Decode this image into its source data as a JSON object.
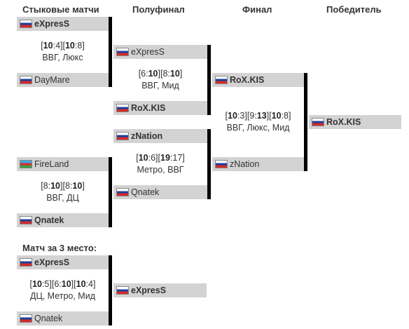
{
  "headers": {
    "qualifiers": "Стыковые матчи",
    "semifinal": "Полуфинал",
    "final": "Финал",
    "winner": "Победитель"
  },
  "third_place_label": "Матч за 3 место:",
  "qual1": {
    "team1": "eXpresS",
    "team2": "DayMare",
    "maps": [
      [
        "10",
        "4"
      ],
      [
        "10",
        "8"
      ]
    ],
    "map_names": "ВВГ, Люкс"
  },
  "qual2": {
    "team1": "FireLand",
    "team2": "Qnatek",
    "maps": [
      [
        "8",
        "10"
      ],
      [
        "8",
        "10"
      ]
    ],
    "map_names": "ВВГ, ДЦ"
  },
  "semi1": {
    "team1": "eXpresS",
    "team2": "RoX.KIS",
    "maps": [
      [
        "6",
        "10"
      ],
      [
        "8",
        "10"
      ]
    ],
    "map_names": "ВВГ, Мид"
  },
  "semi2": {
    "team1": "zNation",
    "team2": "Qnatek",
    "maps": [
      [
        "10",
        "6"
      ],
      [
        "19",
        "17"
      ]
    ],
    "map_names": "Метро, ВВГ"
  },
  "final": {
    "team1": "RoX.KIS",
    "team2": "zNation",
    "maps": [
      [
        "10",
        "3"
      ],
      [
        "9",
        "13"
      ],
      [
        "10",
        "8"
      ]
    ],
    "map_names": "ВВГ, Люкс, Мид"
  },
  "winner": {
    "team": "RoX.KIS"
  },
  "third": {
    "team1": "eXpresS",
    "team2": "Qnatek",
    "maps": [
      [
        "10",
        "5"
      ],
      [
        "6",
        "10"
      ],
      [
        "10",
        "4"
      ]
    ],
    "map_names": "ДЦ, Метро, Мид",
    "winner": "eXpresS"
  },
  "colors": {
    "box": "#d3d3d3",
    "connector": "#000000"
  }
}
